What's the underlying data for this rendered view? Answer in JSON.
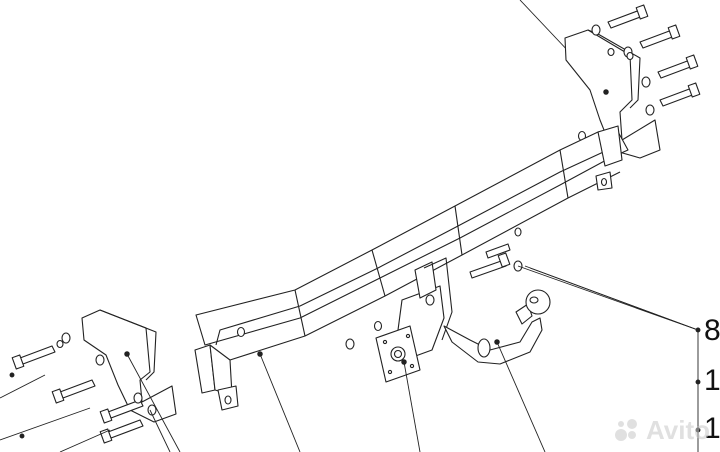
{
  "diagram": {
    "callouts": [
      {
        "id": "c1",
        "text": "8"
      },
      {
        "id": "c2",
        "text": "1"
      },
      {
        "id": "c3",
        "text": "1"
      }
    ]
  },
  "watermark": {
    "text": "Avito"
  },
  "colors": {
    "line": "#222222",
    "fill": "#ffffff",
    "watermark": "#c8c8c8"
  }
}
